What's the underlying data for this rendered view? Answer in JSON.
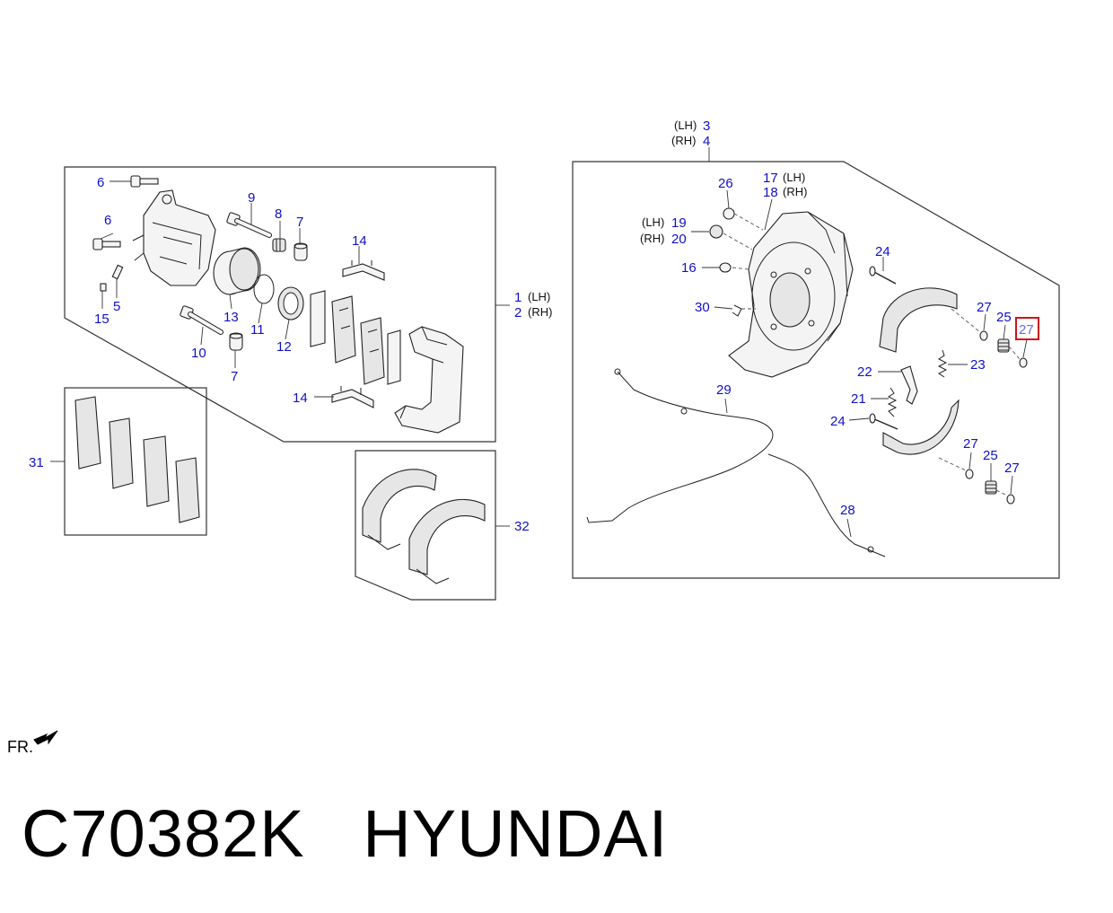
{
  "diagram": {
    "callouts": [
      {
        "id": "c-6a",
        "text": "6"
      },
      {
        "id": "c-6b",
        "text": "6"
      },
      {
        "id": "c-9",
        "text": "9"
      },
      {
        "id": "c-8",
        "text": "8"
      },
      {
        "id": "c-7a",
        "text": "7"
      },
      {
        "id": "c-14a",
        "text": "14"
      },
      {
        "id": "c-5",
        "text": "5"
      },
      {
        "id": "c-15",
        "text": "15"
      },
      {
        "id": "c-13",
        "text": "13"
      },
      {
        "id": "c-11",
        "text": "11"
      },
      {
        "id": "c-12",
        "text": "12"
      },
      {
        "id": "c-10",
        "text": "10"
      },
      {
        "id": "c-7b",
        "text": "7"
      },
      {
        "id": "c-14b",
        "text": "14"
      },
      {
        "id": "c-1",
        "text": "1"
      },
      {
        "id": "c-2",
        "text": "2"
      },
      {
        "id": "c-31",
        "text": "31"
      },
      {
        "id": "c-32",
        "text": "32"
      },
      {
        "id": "c-3",
        "text": "3"
      },
      {
        "id": "c-4",
        "text": "4"
      },
      {
        "id": "c-26",
        "text": "26"
      },
      {
        "id": "c-17",
        "text": "17"
      },
      {
        "id": "c-18",
        "text": "18"
      },
      {
        "id": "c-19",
        "text": "19"
      },
      {
        "id": "c-20",
        "text": "20"
      },
      {
        "id": "c-24a",
        "text": "24"
      },
      {
        "id": "c-16",
        "text": "16"
      },
      {
        "id": "c-30",
        "text": "30"
      },
      {
        "id": "c-27a",
        "text": "27"
      },
      {
        "id": "c-25a",
        "text": "25"
      },
      {
        "id": "c-27hl",
        "text": "27"
      },
      {
        "id": "c-23",
        "text": "23"
      },
      {
        "id": "c-22",
        "text": "22"
      },
      {
        "id": "c-29",
        "text": "29"
      },
      {
        "id": "c-21",
        "text": "21"
      },
      {
        "id": "c-24b",
        "text": "24"
      },
      {
        "id": "c-27b",
        "text": "27"
      },
      {
        "id": "c-25b",
        "text": "25"
      },
      {
        "id": "c-27c",
        "text": "27"
      },
      {
        "id": "c-28",
        "text": "28"
      }
    ],
    "side_labels": [
      {
        "id": "s-1",
        "text": "(LH)"
      },
      {
        "id": "s-2",
        "text": "(RH)"
      },
      {
        "id": "s-3",
        "text": "(LH)"
      },
      {
        "id": "s-4",
        "text": "(RH)"
      },
      {
        "id": "s-17",
        "text": "(LH)"
      },
      {
        "id": "s-18",
        "text": "(RH)"
      },
      {
        "id": "s-19",
        "text": "(LH)"
      },
      {
        "id": "s-20",
        "text": "(RH)"
      }
    ],
    "highlight_color": "#d0101a",
    "callout_color": "#1010c8",
    "direction_label": "FR."
  },
  "caption": {
    "part_number": "C70382K",
    "brand": "HYUNDAI"
  }
}
